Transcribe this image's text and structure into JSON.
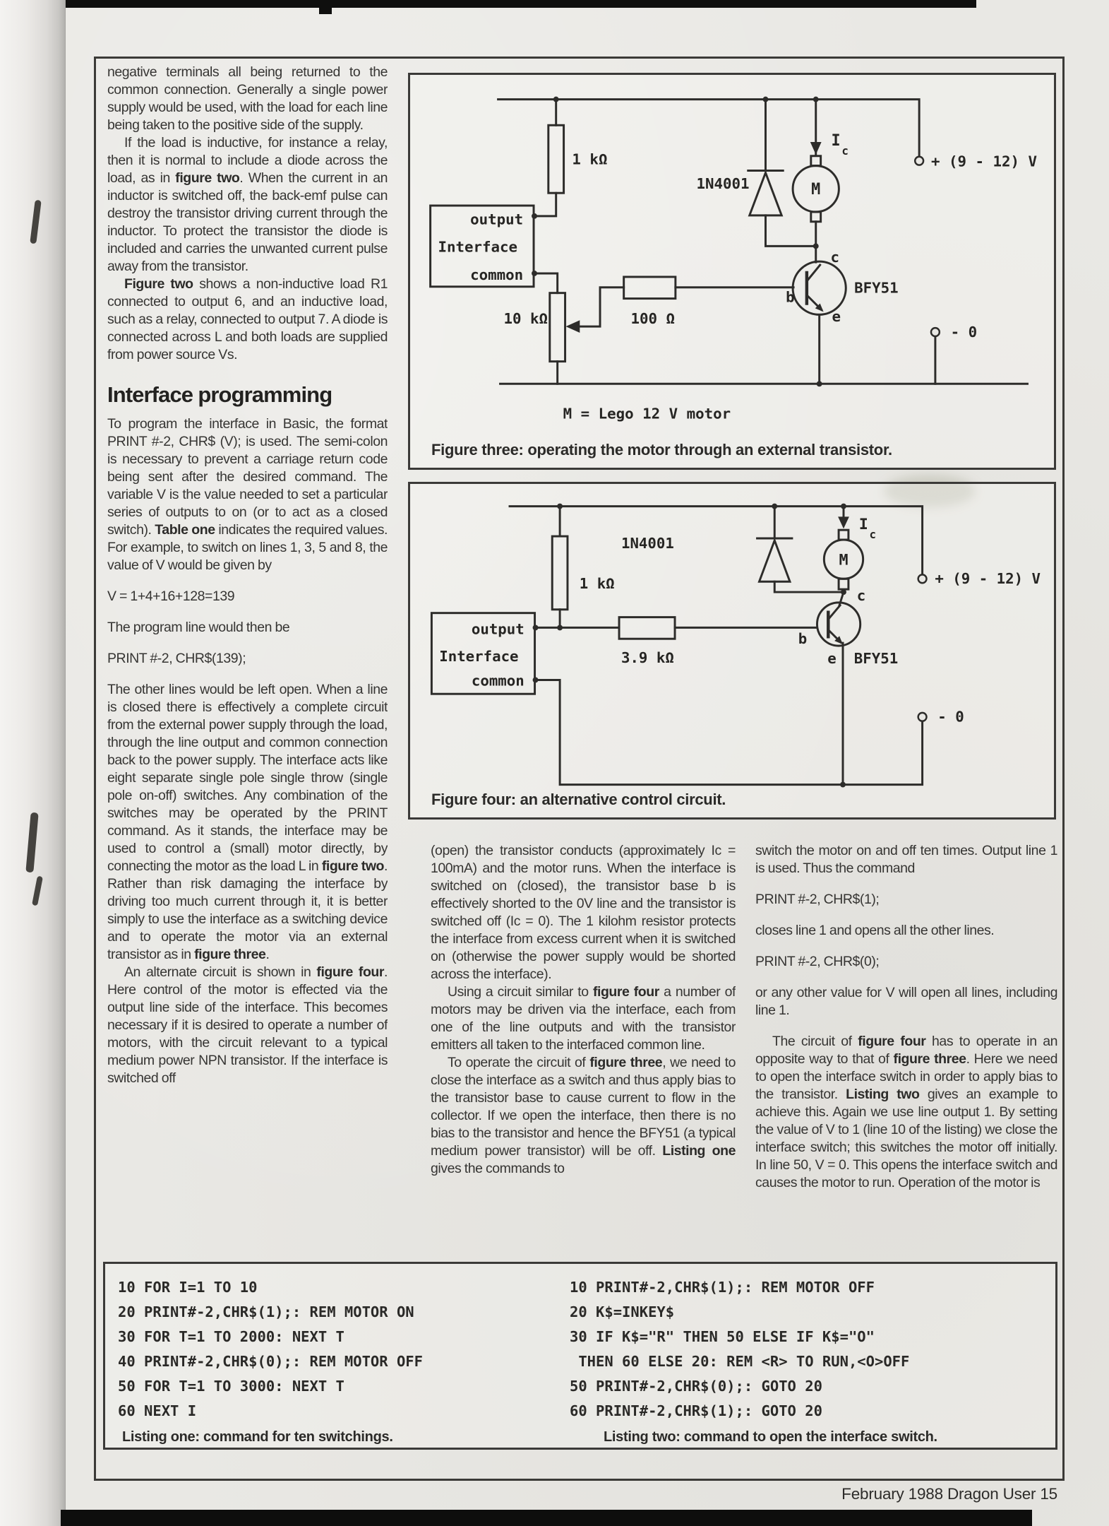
{
  "page": {
    "footer_text": "February 1988 Dragon User 15"
  },
  "colors": {
    "paper": "#e9e8e4",
    "ink": "#2d2c2a",
    "border": "#3b3a38",
    "scan_bar": "#0f0f0e"
  },
  "article": {
    "column1": {
      "para_negative": "negative terminals all being returned to the common connection. Generally a single power supply would be used, with the load for each line being taken to the positive side of the supply.",
      "para_inductive": [
        {
          "t": "If the load is inductive, for instance a relay, then it is normal to include a diode across the load, as in ",
          "b": false
        },
        {
          "t": "figure two",
          "b": true
        },
        {
          "t": ". When the current in an inductor is switched off, the back-emf pulse can destroy the transistor driving current through the inductor. To protect the transistor the diode is included and carries the unwanted current pulse away from the transistor.",
          "b": false
        }
      ],
      "para_figure_two": [
        {
          "t": "Figure two",
          "b": true
        },
        {
          "t": " shows a non-inductive load R1 connected to output 6, and an inductive load, such as a relay, connected to output 7. A diode is connected across L and both loads are supplied from power source Vs.",
          "b": false
        }
      ],
      "heading": "Interface programming",
      "para_programming": [
        {
          "t": "To program the interface in Basic, the format PRINT #-2, CHR$ (V); is used. The semi-colon is necessary to prevent a carriage return code being sent after the desired command. The variable V is the value needed to set a particular series of outputs to on (or to act as a closed switch). ",
          "b": false
        },
        {
          "t": "Table one",
          "b": true
        },
        {
          "t": " indicates the required values. For example, to switch on lines 1, 3, 5 and 8, the value of V would be given by",
          "b": false
        }
      ],
      "formula": "V = 1+4+16+128=139",
      "para_program_line": "The program line would then be",
      "code_line": "PRINT #-2, CHR$(139);",
      "para_other_lines": [
        {
          "t": "The other lines would be left open. When a line is closed there is effectively a complete circuit from the external power supply through the load, through the line output and common connection back to the power supply. The interface acts like eight separate single pole single throw (single pole on-off) switches. Any combination of the switches may be operated by the PRINT command. As it stands, the interface may be used to control a (small) motor directly, by connecting the motor as the load L in ",
          "b": false
        },
        {
          "t": "figure two",
          "b": true
        },
        {
          "t": ". Rather than risk damaging the interface by driving too much current through it, it is better simply to use the interface as a switching device and to operate the motor via an external transistor as in ",
          "b": false
        },
        {
          "t": "figure three",
          "b": true
        },
        {
          "t": ".",
          "b": false
        }
      ],
      "para_alternate": [
        {
          "t": "An alternate circuit is shown in ",
          "b": false
        },
        {
          "t": "figure four",
          "b": true
        },
        {
          "t": ". Here control of the motor is effected via the output line side of the interface. This becomes necessary if it is desired to operate a number of motors, with the circuit relevant to a typical medium power NPN transistor. If the interface is switched off",
          "b": false
        }
      ]
    },
    "column2": {
      "para_open": "(open) the transistor conducts (approximately Ic = 100mA) and the motor runs. When the interface is switched on (closed), the transistor base b is effectively shorted to the 0V line and the transistor is switched off (Ic = 0). The 1 kilohm resistor protects the interface from excess current when it is switched on (otherwise the power supply would be shorted across the interface).",
      "para_using": [
        {
          "t": "Using a circuit similar to ",
          "b": false
        },
        {
          "t": "figure four",
          "b": true
        },
        {
          "t": " a number of motors may be driven via the interface, each from one of the line outputs and with the transistor emitters all taken to the interfaced common line.",
          "b": false
        }
      ],
      "para_operate": [
        {
          "t": "To operate the circuit of ",
          "b": false
        },
        {
          "t": "figure three",
          "b": true
        },
        {
          "t": ", we need to close the interface as a switch and thus apply bias to the transistor base to cause current to flow in the collector. If we open the interface, then there is no bias to the transistor and hence the BFY51 (a typical medium power transistor) will be off. ",
          "b": false
        },
        {
          "t": "Listing one",
          "b": true
        },
        {
          "t": " gives the commands to",
          "b": false
        }
      ]
    },
    "column3": {
      "para_switch": "switch the motor on and off ten times. Output line 1 is used. Thus the command",
      "code_close": "PRINT #-2, CHR$(1);",
      "para_closes": "closes line 1 and opens all the other lines.",
      "code_open": "PRINT #-2, CHR$(0);",
      "para_orany": "or any other value for V will open all lines, including line 1.",
      "para_circuit": [
        {
          "t": "The circuit of ",
          "b": false
        },
        {
          "t": "figure four",
          "b": true
        },
        {
          "t": " has to operate in an opposite way to that of ",
          "b": false
        },
        {
          "t": "figure three",
          "b": true
        },
        {
          "t": ". Here we need to open the interface switch in order to apply bias to the transistor. ",
          "b": false
        },
        {
          "t": "Listing two",
          "b": true
        },
        {
          "t": " gives an example to achieve this. Again we use line output 1. By setting the value of V to 1 (line 10 of the listing) we close the interface switch; this switches the motor off initially. In line 50, V = 0. This opens the interface switch and causes the motor to run. Operation of the motor is",
          "b": false
        }
      ]
    }
  },
  "figures": {
    "three": {
      "caption": "Figure three: operating the motor through an external transistor.",
      "note": "M = Lego 12 V motor",
      "box": {
        "output": "output",
        "name": "Interface",
        "common": "common"
      },
      "labels": {
        "r1": "1 kΩ",
        "diode": "1N4001",
        "pot": "10 kΩ",
        "r2": "100 Ω",
        "transistor": "BFY51",
        "motor": "M",
        "current": "I",
        "current_sub": "c",
        "c": "c",
        "b": "b",
        "e": "e",
        "vplus": "+ (9 - 12) V",
        "vzero": "- 0"
      }
    },
    "four": {
      "caption": "Figure four: an alternative control circuit.",
      "box": {
        "output": "output",
        "name": "Interface",
        "common": "common"
      },
      "labels": {
        "r1": "1 kΩ",
        "diode": "1N4001",
        "r2": "3.9 kΩ",
        "transistor": "BFY51",
        "motor": "M",
        "current": "I",
        "current_sub": "c",
        "c": "c",
        "b": "b",
        "e": "e",
        "vplus": "+ (9 - 12) V",
        "vzero": "- 0"
      }
    }
  },
  "listings": {
    "one": {
      "code": "10 FOR I=1 TO 10\n20 PRINT#-2,CHR$(1);: REM MOTOR ON\n30 FOR T=1 TO 2000: NEXT T\n40 PRINT#-2,CHR$(0);: REM MOTOR OFF\n50 FOR T=1 TO 3000: NEXT T\n60 NEXT I",
      "caption": "Listing one: command for ten switchings."
    },
    "two": {
      "code": "10 PRINT#-2,CHR$(1);: REM MOTOR OFF\n20 K$=INKEY$\n30 IF K$=\"R\" THEN 50 ELSE IF K$=\"O\"\n THEN 60 ELSE 20: REM <R> TO RUN,<O>OFF\n50 PRINT#-2,CHR$(0);: GOTO 20\n60 PRINT#-2,CHR$(1);: GOTO 20",
      "caption": "Listing two: command to open the interface switch."
    }
  }
}
